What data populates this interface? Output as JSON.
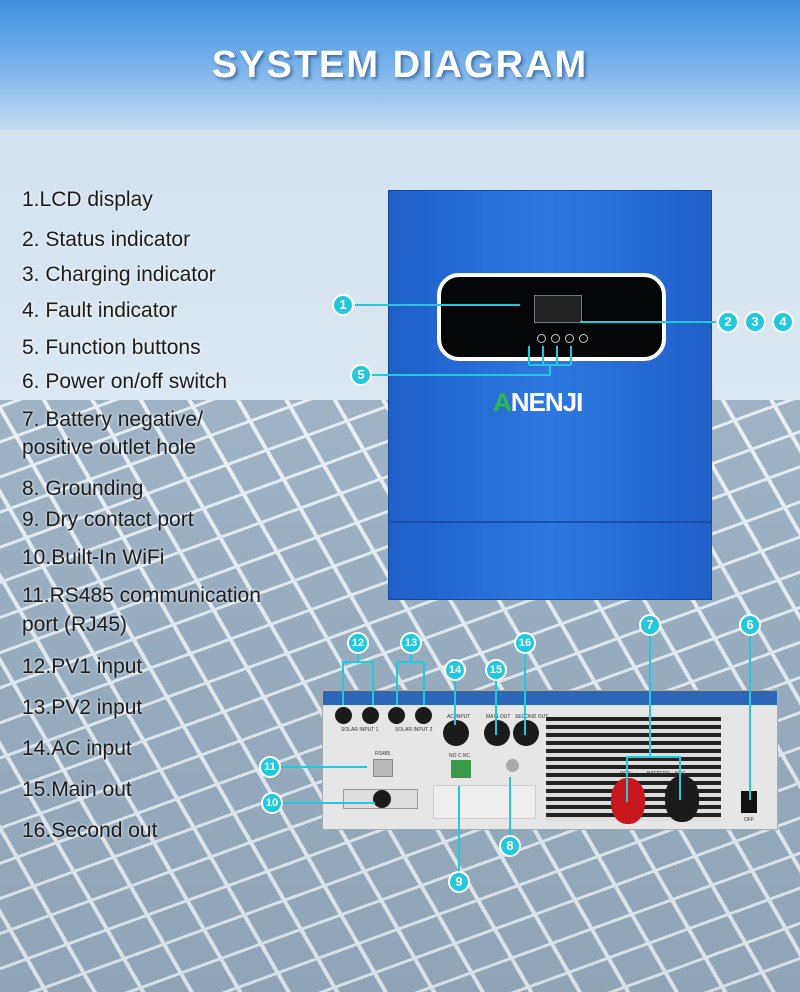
{
  "header": {
    "title": "SYSTEM DIAGRAM"
  },
  "legend": [
    "1.LCD display",
    "2. Status indicator",
    "3. Charging indicator",
    "4. Fault indicator",
    "5. Function buttons",
    "6. Power on/off switch",
    "7. Battery negative/",
    "positive outlet hole",
    "8. Grounding",
    "9. Dry contact port",
    "10.Built-In WiFi",
    "11.RS485 communication",
    "port (RJ45)",
    "12.PV1 input",
    "13.PV2 input",
    "14.AC input",
    "15.Main out",
    "16.Second out"
  ],
  "brand": {
    "logo_a": "A",
    "logo_rest": "NENJI"
  },
  "panel": {
    "solar1": "SOLAR INPUT 1",
    "solar2": "SOLAR INPUT 2",
    "ac": "AC INPUT",
    "main": "MAIN OUT",
    "second": "SECOND OUT",
    "rs485": "RS485",
    "dry": "NO C NC",
    "battery": "BATTERY",
    "pos": "POS+",
    "neg": "NEG-",
    "off": "OFF"
  },
  "callouts": [
    "1",
    "2",
    "3",
    "4",
    "5",
    "6",
    "7",
    "8",
    "9",
    "10",
    "11",
    "12",
    "13",
    "14",
    "15",
    "16"
  ],
  "colors": {
    "callout": "#22c9dc",
    "inverter": "#2d78e0"
  }
}
